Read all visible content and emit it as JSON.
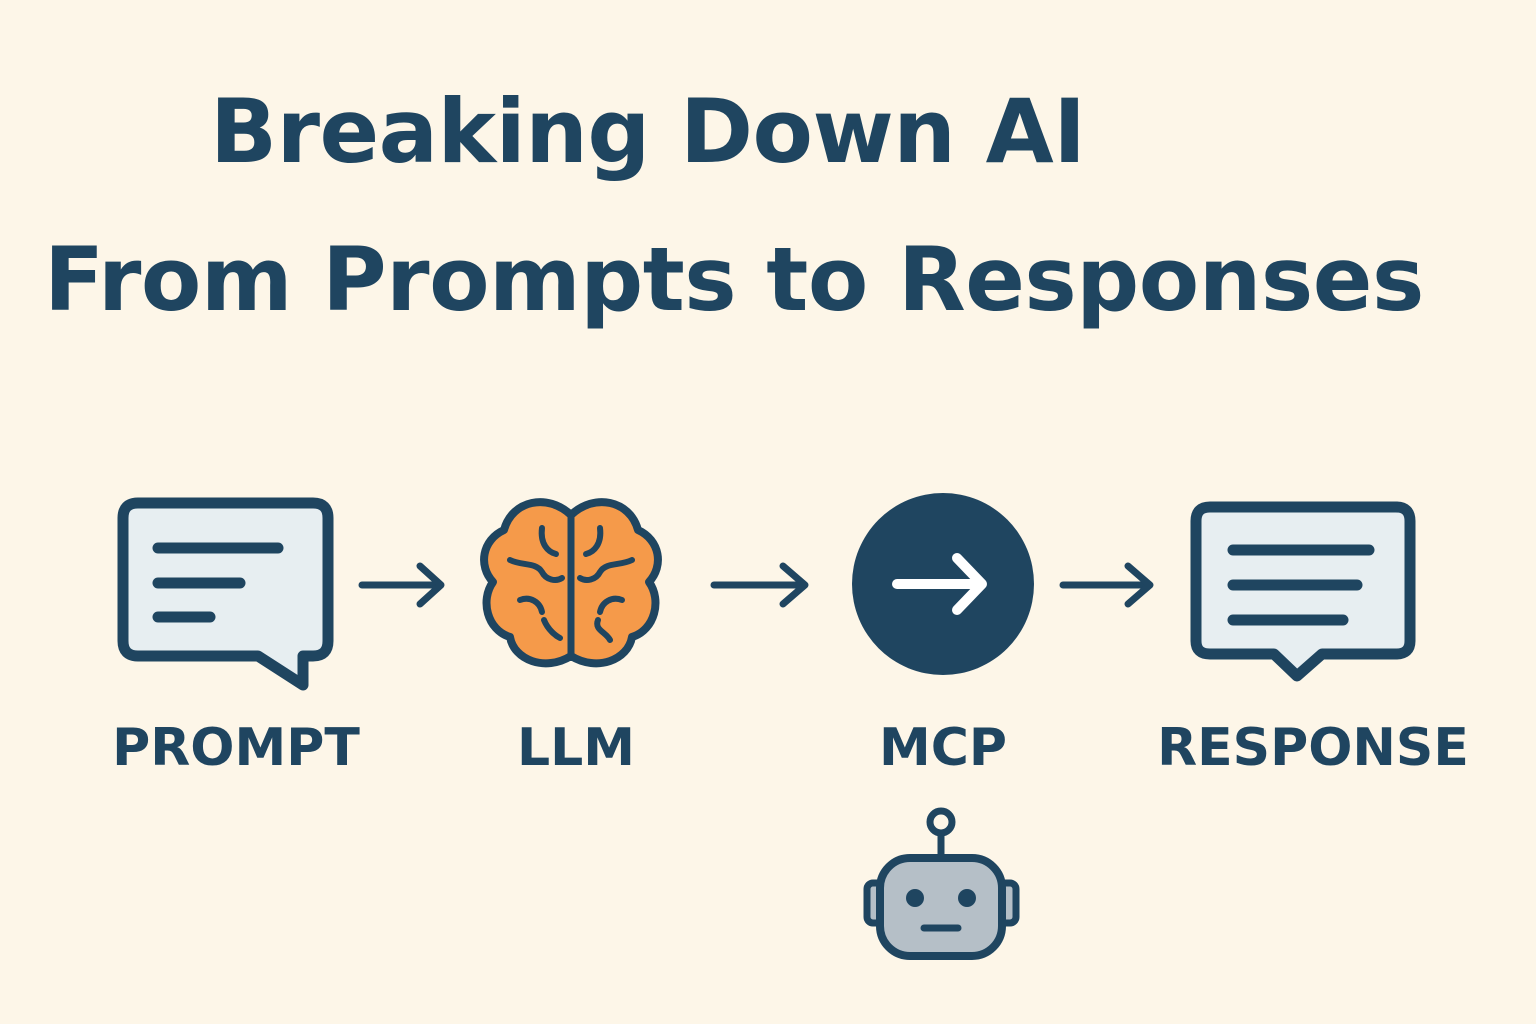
{
  "title": {
    "line1": "Breaking Down AI",
    "line2": "From Prompts to Responses"
  },
  "stages": [
    {
      "label": "PROMPT",
      "icon": "speech-bubble-icon"
    },
    {
      "label": "LLM",
      "icon": "brain-icon"
    },
    {
      "label": "MCP",
      "icon": "arrow-circle-icon"
    },
    {
      "label": "RESPONSE",
      "icon": "speech-bubble-icon"
    }
  ],
  "extra_icon": "robot-icon",
  "colors": {
    "background": "#fdf6e8",
    "navy": "#1f4560",
    "brain_orange": "#f59a4a",
    "bubble_fill": "#e7eef1",
    "robot_fill": "#b5bfc7"
  }
}
